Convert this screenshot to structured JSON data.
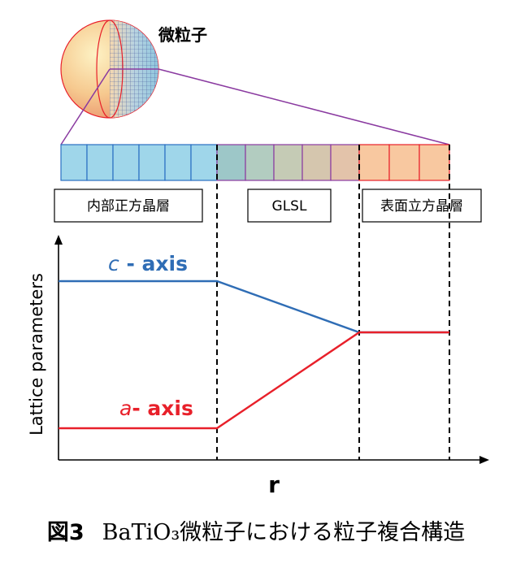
{
  "particle_label": "微粒子",
  "regions": {
    "inner": "内部正方晶層",
    "glsl": "GLSL",
    "surface": "表面立方晶層"
  },
  "axes": {
    "ylabel": "Lattice parameters",
    "xlabel": "r"
  },
  "series": {
    "c_axis": {
      "italic": "c",
      "rest": " - axis",
      "color": "#2f6db5"
    },
    "a_axis": {
      "italic": "a",
      "rest": "- axis",
      "color": "#e8202a"
    }
  },
  "colors": {
    "inner_cell": "#9fd6ea",
    "surface_cell": "#f8c8a0",
    "surface_border": "#e8202a",
    "inner_border": "#2a6fc2",
    "glsl_border": "#8a3aa0",
    "zoom_line": "#8a3aa0"
  },
  "caption": {
    "figure": "図3",
    "text": "BaTiO₃微粒子における粒子複合構造"
  }
}
